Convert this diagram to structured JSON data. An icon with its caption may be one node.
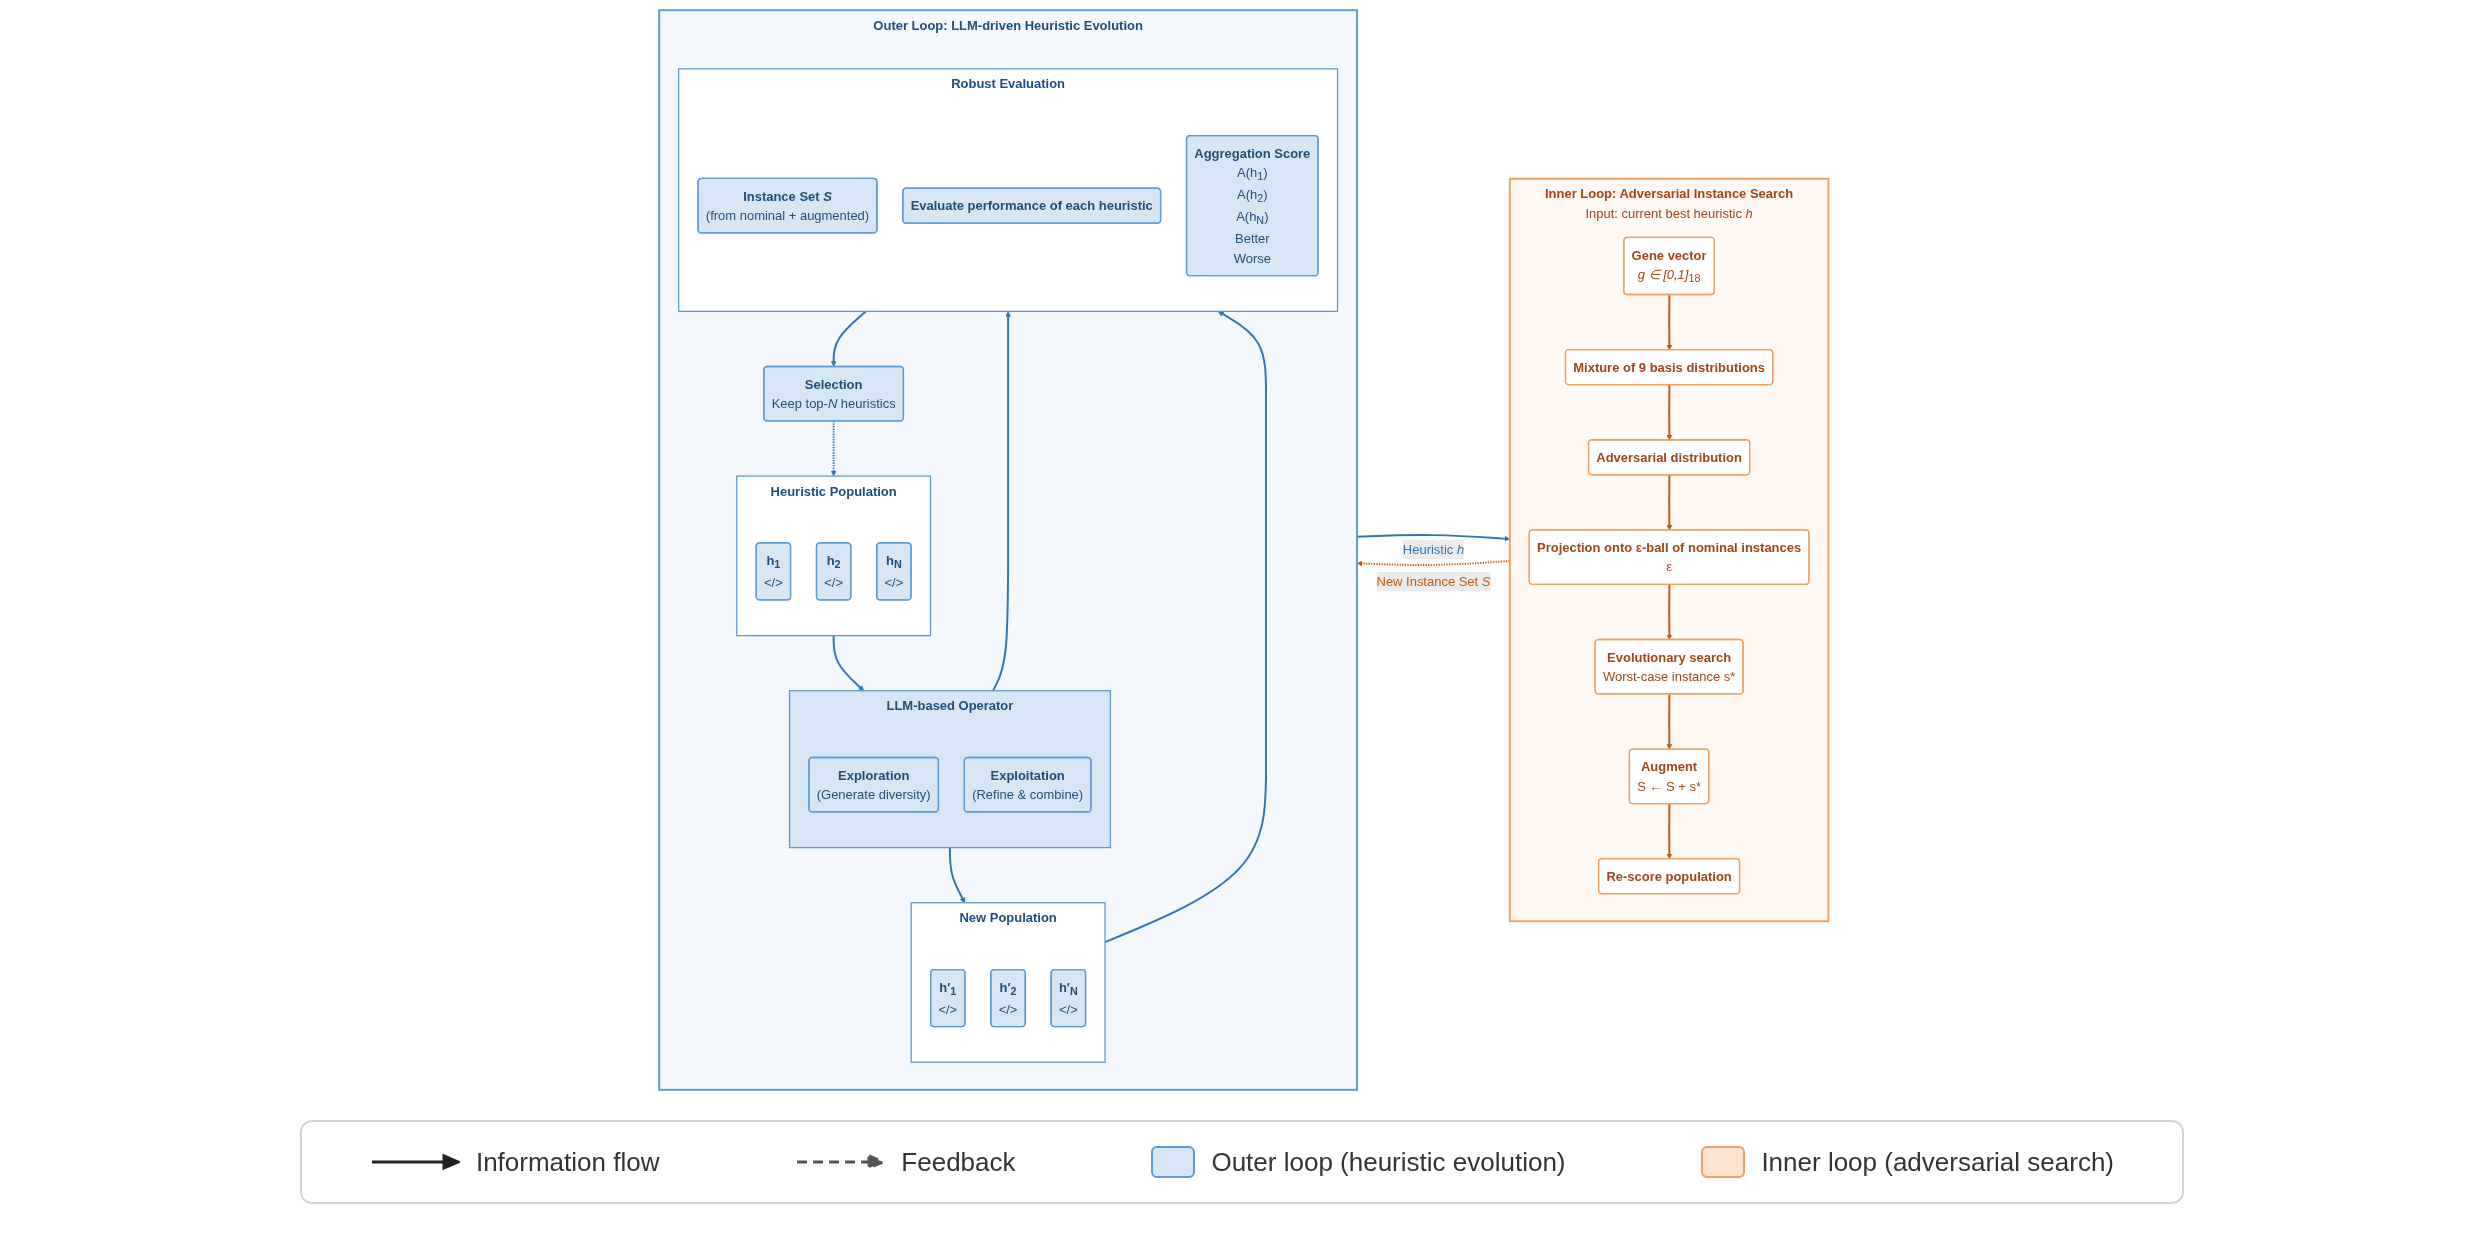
{
  "diagram": {
    "nodes": [
      {
        "text": [
          "Outer Loop: LLM-driven Heuristic Evolution"
        ]
      },
      {
        "text": [
          "Heuristic Population"
        ],
        "in": 0
      },
      {
        "text": [
          "h$_{1}$",
          "</>"
        ],
        "in": 1
      },
      {
        "text": [
          "h$_{2}$",
          "</>"
        ],
        "in": 1
      },
      {
        "text": [
          "h$_{N}$",
          "</>"
        ],
        "in": 1
      },
      {
        "text": [
          "LLM-based Operator"
        ],
        "in": 0
      },
      {
        "text": [
          "Exploration",
          "(Generate diversity)"
        ],
        "in": 5
      },
      {
        "text": [
          "Exploitation",
          "(Refine & combine)"
        ],
        "in": 5
      },
      {
        "text": [
          "New Population"
        ],
        "in": 0
      },
      {
        "text": [
          "h′$_{1}$",
          "</>"
        ],
        "in": 8
      },
      {
        "text": [
          "h′$_{2}$",
          "</>"
        ],
        "in": 8
      },
      {
        "text": [
          "h′$_{N}$",
          "</>"
        ],
        "in": 8
      },
      {
        "text": [
          "Robust Evaluation"
        ],
        "in": 0
      },
      {
        "text": [
          "Instance Set *S*",
          "(from nominal + augmented)"
        ],
        "in": 12
      },
      {
        "text": [
          "Evaluate performance of each heuristic"
        ],
        "in": 12
      },
      {
        "text": [
          "Aggregation Score",
          "A(h$_{1}$)",
          "A(h$_{2}$)",
          "A(h$_{N}$)",
          "Better",
          "Worse"
        ],
        "in": 12
      },
      {
        "text": [
          "Selection",
          "Keep top-*N* heuristics"
        ],
        "in": 0
      },
      {
        "text": [
          "Inner Loop: Adversarial Instance Search",
          "Input: current best heuristic *h*"
        ]
      },
      {
        "text": [
          "Gene vector",
          "*g ∈ [0,1]*$_{18}$"
        ],
        "in": 17
      },
      {
        "text": [
          "Mixture of 9 basis distributions"
        ],
        "in": 17
      },
      {
        "text": [
          "Adversarial distribution"
        ],
        "in": 17
      },
      {
        "text": [
          "Projection onto ε-ball of nominal instances",
          "ε"
        ],
        "in": 17
      },
      {
        "text": [
          "Evolutionary search",
          "Worst-case instance s*"
        ],
        "in": 17
      },
      {
        "text": [
          "Augment",
          "S ← S + s*"
        ],
        "in": 17
      },
      {
        "text": [
          "Re-score population"
        ],
        "in": 17
      }
    ],
    "edges": [
      {
        "from": 1,
        "to": 5,
        "arrow": "to",
        "color": "#2e75b6"
      },
      {
        "from": 5,
        "to": 8,
        "arrow": "to",
        "color": "#2e75b6"
      },
      {
        "from": 5,
        "to": 12,
        "arrow": "to",
        "color": "#2e75b6"
      },
      {
        "from": 8,
        "to": 12,
        "arrow": "to",
        "color": "#2e75b6"
      },
      {
        "from": 12,
        "to": 16,
        "arrow": "to",
        "color": "#2e75b6"
      },
      {
        "from": 16,
        "to": 1,
        "arrow": "to",
        "style": "dashed",
        "color": "#2e75b6"
      },
      {
        "from": 0,
        "to": 17,
        "arrow": "to",
        "label": "Heuristic *h*",
        "color": "#2e75b6"
      },
      {
        "from": 18,
        "to": 19,
        "arrow": "to",
        "color": "#c55a11"
      },
      {
        "from": 19,
        "to": 20,
        "arrow": "to",
        "color": "#c55a11"
      },
      {
        "from": 20,
        "to": 21,
        "arrow": "to",
        "color": "#c55a11"
      },
      {
        "from": 21,
        "to": 22,
        "arrow": "to",
        "color": "#c55a11"
      },
      {
        "from": 22,
        "to": 23,
        "arrow": "to",
        "color": "#c55a11"
      },
      {
        "from": 23,
        "to": 24,
        "arrow": "to",
        "color": "#c55a11"
      },
      {
        "from": 17,
        "to": 0,
        "arrow": "to",
        "label": "New Instance Set *S*",
        "style": "dashed",
        "color": "#c55a11"
      }
    ],
    "legend": [
      {
        "text": "Information flow"
      },
      {
        "text": "Feedback"
      },
      {
        "text": "Outer loop (heuristic evolution)",
        "color": "#d6e6f5"
      },
      {
        "text": "Inner loop (adversarial search)",
        "color": "#fbe3cf"
      }
    ]
  }
}
